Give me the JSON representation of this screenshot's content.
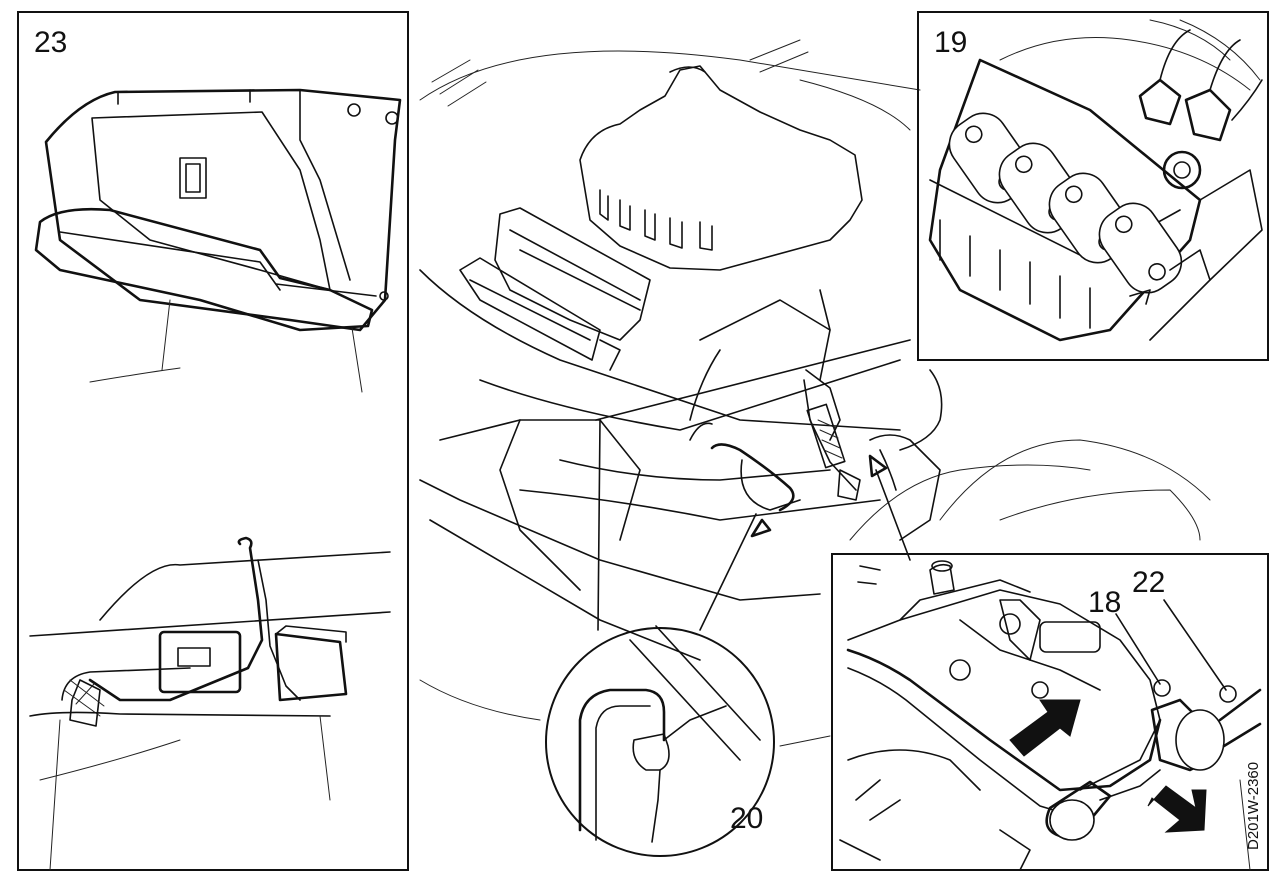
{
  "callouts": {
    "c18": "18",
    "c19": "19",
    "c20": "20",
    "c22": "22",
    "c23": "23"
  },
  "reference_code": "D201W-2360",
  "colors": {
    "ink": "#111111",
    "paper": "#ffffff"
  }
}
